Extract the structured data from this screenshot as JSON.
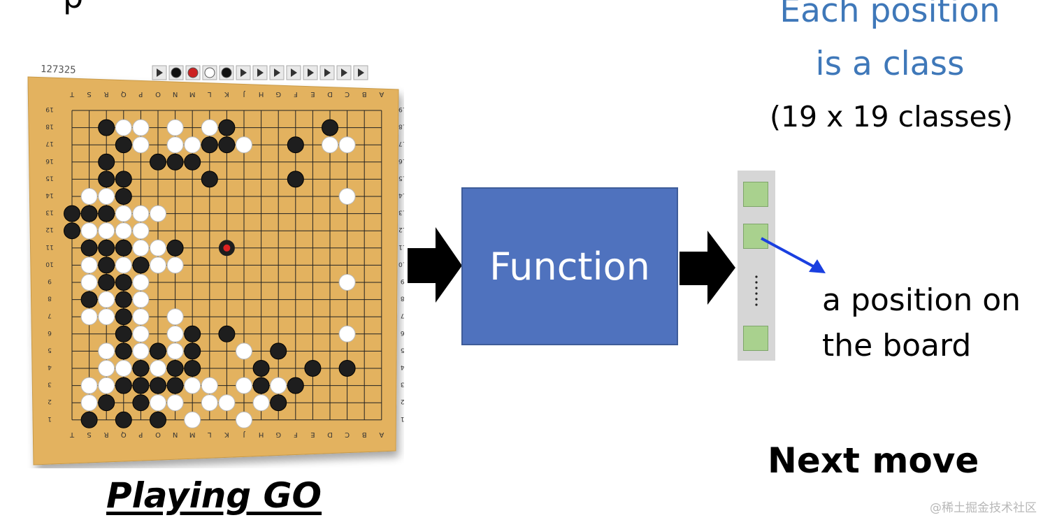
{
  "top_left_fragment": "p",
  "title": {
    "line1": "Each position",
    "line2": "is a class"
  },
  "subtitle": "(19 x 19 classes)",
  "function_box": {
    "label": "Function"
  },
  "class_column": {
    "ellipsis": "······"
  },
  "position_label": {
    "line1": "a position on",
    "line2": "the board"
  },
  "next_move_label": "Next move",
  "caption": "Playing GO",
  "watermark": "@稀土掘金技术社区",
  "go_board": {
    "board_counter": "127325",
    "column_letters": [
      "T",
      "S",
      "R",
      "Q",
      "P",
      "O",
      "N",
      "M",
      "L",
      "K",
      "J",
      "H",
      "G",
      "F",
      "E",
      "D",
      "C",
      "B",
      "A"
    ],
    "row_numbers": [
      "19",
      "18",
      "17",
      "16",
      "15",
      "14",
      "13",
      "12",
      "11",
      "10",
      "9",
      "8",
      "7",
      "6",
      "5",
      "4",
      "3",
      "2",
      "1"
    ],
    "toolbar_icons": [
      "undo-icon",
      "black-stone-icon",
      "red-stone-icon",
      "white-stone-icon",
      "black-stone-icon",
      "tree-icon",
      "text-icon",
      "first-icon",
      "rewind-icon",
      "step-back-icon",
      "play-icon",
      "fast-forward-icon",
      "last-icon"
    ]
  },
  "colors": {
    "title_blue": "#3f78b9",
    "function_box": "#4f72be",
    "class_cell": "#a9d18e",
    "class_column": "#d6d6d6",
    "board": "#e3b25f",
    "pointer_arrow": "#1a3fe0"
  }
}
